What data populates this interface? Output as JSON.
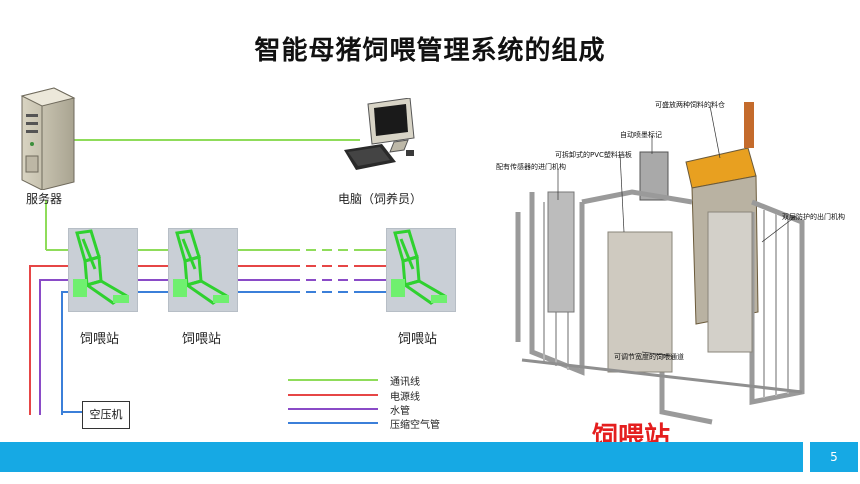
{
  "title": "智能母猪饲喂管理系统的组成",
  "left_diagram": {
    "server_label": "服务器",
    "computer_label": "电脑（饲养员）",
    "station_labels": [
      "饲喂站",
      "饲喂站",
      "饲喂站"
    ],
    "compressor_label": "空压机",
    "legend": [
      {
        "label": "通讯线",
        "color": "#8fdc5a"
      },
      {
        "label": "电源线",
        "color": "#e64646"
      },
      {
        "label": "水管",
        "color": "#8a4bc7"
      },
      {
        "label": "压缩空气管",
        "color": "#3b7fd9"
      }
    ]
  },
  "photo": {
    "annotations": [
      "可盛放两种饲料的料仓",
      "自动喷墨标记",
      "可拆卸式的PVC塑料挡板",
      "配有传感器的进门机构",
      "双层防护的出门机构",
      "可调节宽度的饲喂通道"
    ],
    "caption": "饲喂站"
  },
  "page_number": "5"
}
